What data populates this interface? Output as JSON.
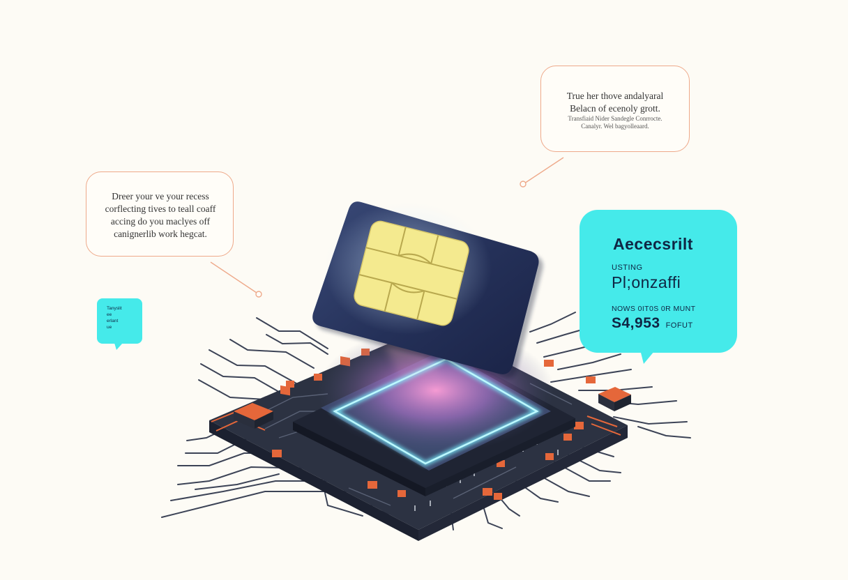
{
  "callouts": {
    "top": {
      "line1": "True her thove andalyaral",
      "line2": "Belacn of ecenoly grott.",
      "line3": "Transfiaid Nider Sandegle Conrrocte.",
      "line4": "Canalyr. Wel bagyolleaard."
    },
    "left": {
      "line1": "Dreer your ve your recess",
      "line2": "corflecting tives to teall coaff",
      "line3": "accing do you maclyes off",
      "line4": "canignerlib work hegcat."
    }
  },
  "card": {
    "title": "Aececsrilt",
    "subtitle": "USTING",
    "big_text": "Pl;onzaffi",
    "subtitle2": "NOWS 0IT0S 0R MUNT",
    "amount": "S4,953",
    "amount_unit": "FOFUT"
  },
  "mini_card": {
    "line1": "Tanyslit",
    "line2": "ee",
    "line3": "erlant",
    "line4": "ue"
  },
  "colors": {
    "accent_cyan": "#45eaea",
    "callout_border": "#eea98a",
    "board_dark": "#343b4c",
    "pin_orange": "#e5673a",
    "glow_cyan": "#63e8ff",
    "glow_pink": "#ff8ad0",
    "sim_navy": "#27335a",
    "sim_gold": "#f4ea8f"
  }
}
